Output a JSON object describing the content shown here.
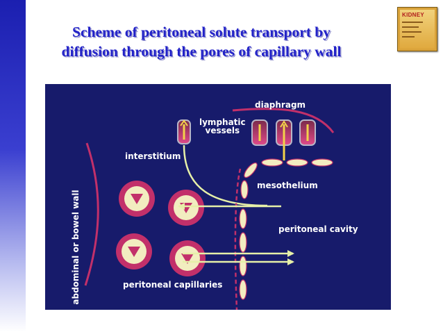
{
  "slide": {
    "title_line1": "Scheme of peritoneal solute transport by",
    "title_line2": "diffusion through the pores of  capillary wall",
    "book_word": "KIDNEY"
  },
  "labels": {
    "diaphragm": "diaphragm",
    "lymphatic_line1": "lymphatic",
    "lymphatic_line2": "vessels",
    "interstitium": "interstitium",
    "mesothelium": "mesothelium",
    "peritoneal_cavity": "peritoneal cavity",
    "peritoneal_capillaries": "peritoneal capillaries",
    "abdominal_wall": "abdominal or bowel wall"
  },
  "colors": {
    "title": "#2222c8",
    "diagram_bg": "#171b6b",
    "membrane": "#c2306a",
    "cell": "#f2edc0",
    "arrow": "#e6f0a8"
  }
}
